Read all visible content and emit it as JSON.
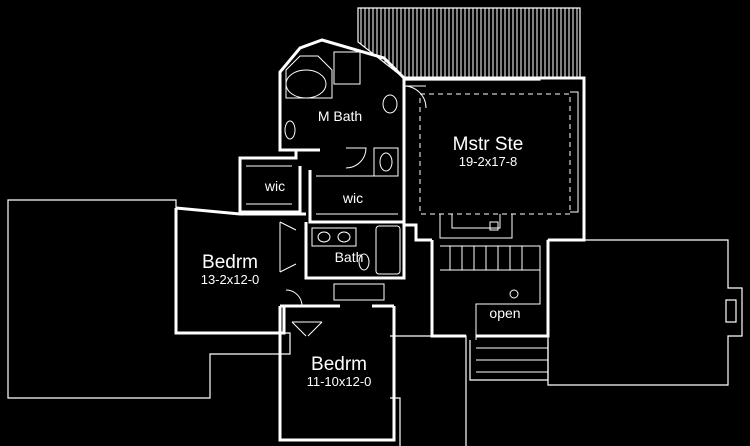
{
  "rooms": {
    "master_suite": {
      "name": "Mstr Ste",
      "size": "19-2x17-8"
    },
    "master_bath": {
      "name": "M Bath"
    },
    "closet_left": {
      "name": "wic"
    },
    "closet_center": {
      "name": "wic"
    },
    "bath": {
      "name": "Bath"
    },
    "bedroom_left": {
      "name": "Bedrm",
      "size": "13-2x12-0"
    },
    "bedroom_bottom": {
      "name": "Bedrm",
      "size": "11-10x12-0"
    },
    "open_area": {
      "name": "open"
    }
  },
  "colors": {
    "background": "#000000",
    "lines": "#ffffff"
  }
}
